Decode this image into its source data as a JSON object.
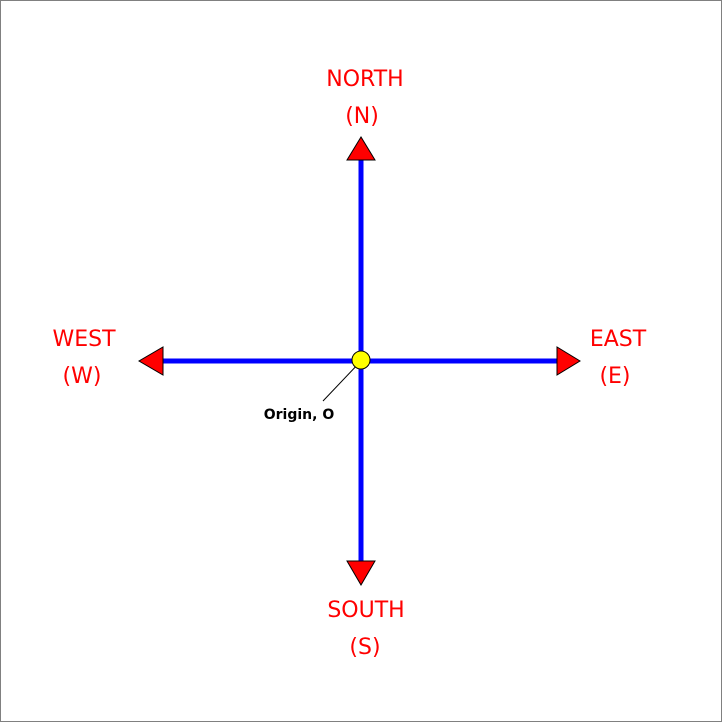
{
  "colors": {
    "axis": "#0000ff",
    "arrowhead": "#ff0000",
    "label": "#ff0000",
    "origin_fill": "#ffff00",
    "origin_text": "#000000",
    "border": "#808080"
  },
  "directions": {
    "north": {
      "name": "NORTH",
      "abbr": "(N)"
    },
    "south": {
      "name": "SOUTH",
      "abbr": "(S)"
    },
    "east": {
      "name": "EAST",
      "abbr": "(E)"
    },
    "west": {
      "name": "WEST",
      "abbr": "(W)"
    }
  },
  "origin": {
    "label": "Origin, O"
  }
}
